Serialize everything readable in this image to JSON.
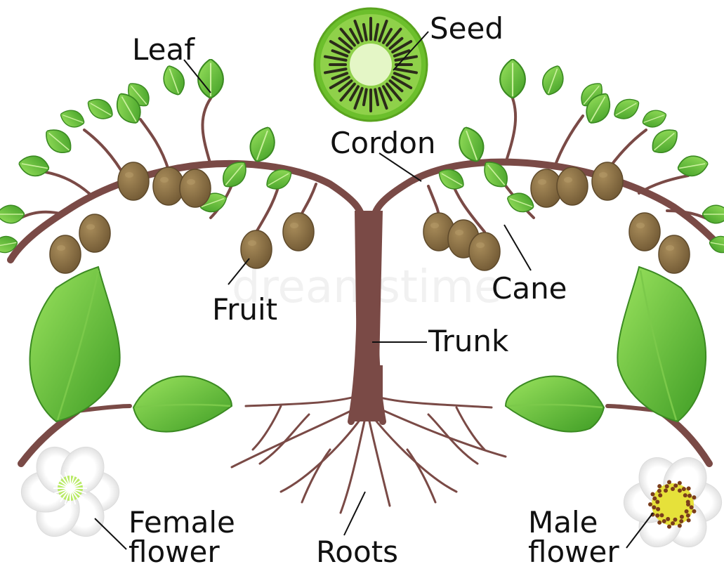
{
  "labels": {
    "seed": "Seed",
    "leaf": "Leaf",
    "cordon": "Cordon",
    "fruit": "Fruit",
    "cane": "Cane",
    "trunk": "Trunk",
    "roots": "Roots",
    "female_flower_line1": "Female",
    "female_flower_line2": "flower",
    "male_flower_line1": "Male",
    "male_flower_line2": "flower"
  },
  "watermark": "dreamstime",
  "colors": {
    "trunk": "#7a4a46",
    "leaf_green": "#4cae2e",
    "leaf_light": "#8fdb55",
    "fruit": "#8a7148",
    "kiwi_flesh": "#8fd14a",
    "kiwi_core": "#e4f6c6",
    "male_flower_center": "#e6e13a",
    "female_flower_center": "#b9ea66"
  }
}
